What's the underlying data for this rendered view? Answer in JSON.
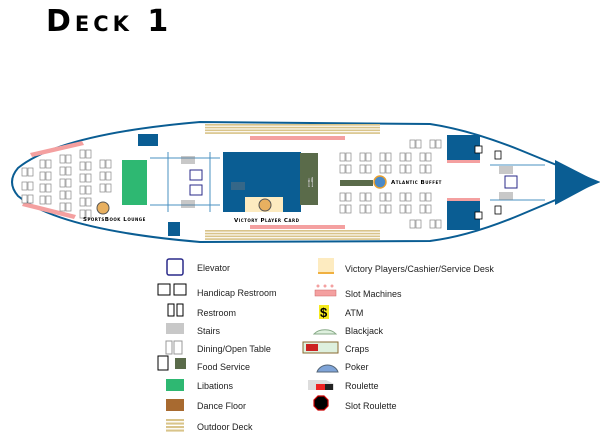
{
  "title": "Deck 1",
  "map_labels": {
    "sportsbook": "SportsBook Lounge",
    "victory_card": "Victory Player Card",
    "atlantic_buffet": "Atlantic Buffet"
  },
  "legend": {
    "left": [
      {
        "icon": "elevator-icon",
        "label": "Elevator"
      },
      {
        "icon": "handicap-restroom-icon",
        "label": "Handicap Restroom"
      },
      {
        "icon": "restroom-icon",
        "label": "Restroom"
      },
      {
        "icon": "stairs-icon",
        "label": "Stairs"
      },
      {
        "icon": "dining-table-icon",
        "label": "Dining/Open Table"
      },
      {
        "icon": "food-service-icon",
        "label": "Food Service"
      },
      {
        "icon": "libations-icon",
        "label": "Libations"
      },
      {
        "icon": "dance-floor-icon",
        "label": "Dance Floor"
      },
      {
        "icon": "outdoor-deck-icon",
        "label": "Outdoor Deck"
      }
    ],
    "right": [
      {
        "icon": "service-desk-icon",
        "label": "Victory Players/Cashier/Service Desk"
      },
      {
        "icon": "slot-machines-icon",
        "label": "Slot Machines"
      },
      {
        "icon": "atm-icon",
        "label": "ATM",
        "glyph": "$"
      },
      {
        "icon": "blackjack-icon",
        "label": "Blackjack"
      },
      {
        "icon": "craps-icon",
        "label": "Craps"
      },
      {
        "icon": "poker-icon",
        "label": "Poker"
      },
      {
        "icon": "roulette-icon",
        "label": "Roulette"
      },
      {
        "icon": "slot-roulette-icon",
        "label": "Slot Roulette"
      }
    ]
  },
  "colors": {
    "hull": "#0a5d93",
    "floor": "#ffffff",
    "libations": "#2eb872",
    "food": "#5a6b4a",
    "slots": "#f4a0a0",
    "deck": "#d9c48a",
    "desk": "#fdebc0"
  }
}
